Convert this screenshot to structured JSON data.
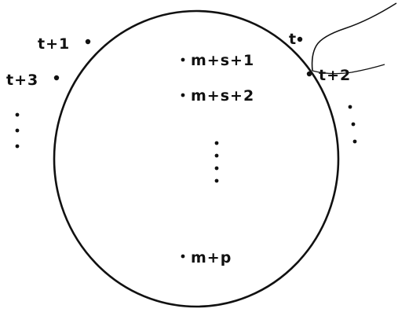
{
  "circle_labels": {
    "t": "t",
    "t_plus_1": "t+1",
    "t_plus_2": "t+2",
    "t_plus_3": "t+3"
  },
  "interior_labels": {
    "m_s_1": "m+s+1",
    "m_s_2": "m+s+2",
    "m_p": "m+p"
  },
  "colors": {
    "ink": "#111111",
    "background": "#ffffff"
  }
}
